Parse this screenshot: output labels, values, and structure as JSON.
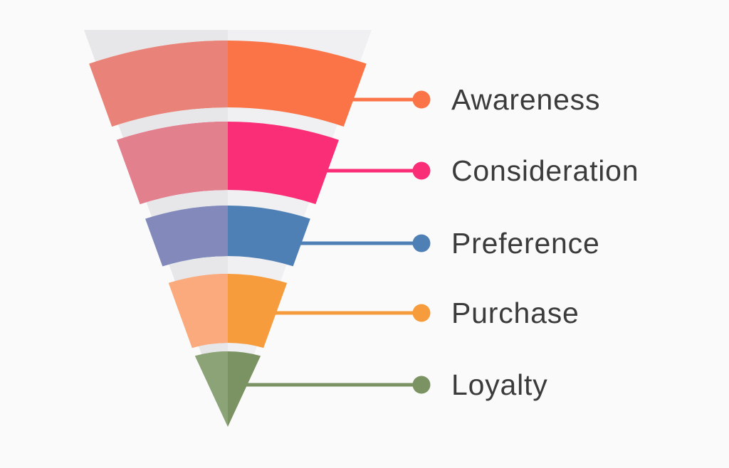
{
  "chart_data": {
    "type": "funnel",
    "title": "",
    "orientation": "inverted-cone, widest stage on top, labels on the right connected by leader lines with dots",
    "stages": [
      {
        "label": "Awareness",
        "color_left": "#E98379",
        "color_right": "#FB7448",
        "connector_color": "#FB7448"
      },
      {
        "label": "Consideration",
        "color_left": "#E2808D",
        "color_right": "#FA2E76",
        "connector_color": "#FA2E76"
      },
      {
        "label": "Preference",
        "color_left": "#838ABB",
        "color_right": "#4F80B5",
        "connector_color": "#4F80B5"
      },
      {
        "label": "Purchase",
        "color_left": "#FBAA7D",
        "color_right": "#F69C3D",
        "connector_color": "#F69C3D"
      },
      {
        "label": "Loyalty",
        "color_left": "#8CA377",
        "color_right": "#7B9263",
        "connector_color": "#7B9263"
      }
    ],
    "legend": "none",
    "values_shown": false
  },
  "colors": {
    "background": "#FBFAFB",
    "backdrop_cone_left": "#E7E6E8",
    "backdrop_cone_right": "#F0EFF1",
    "label_text": "#3B3B3B"
  }
}
